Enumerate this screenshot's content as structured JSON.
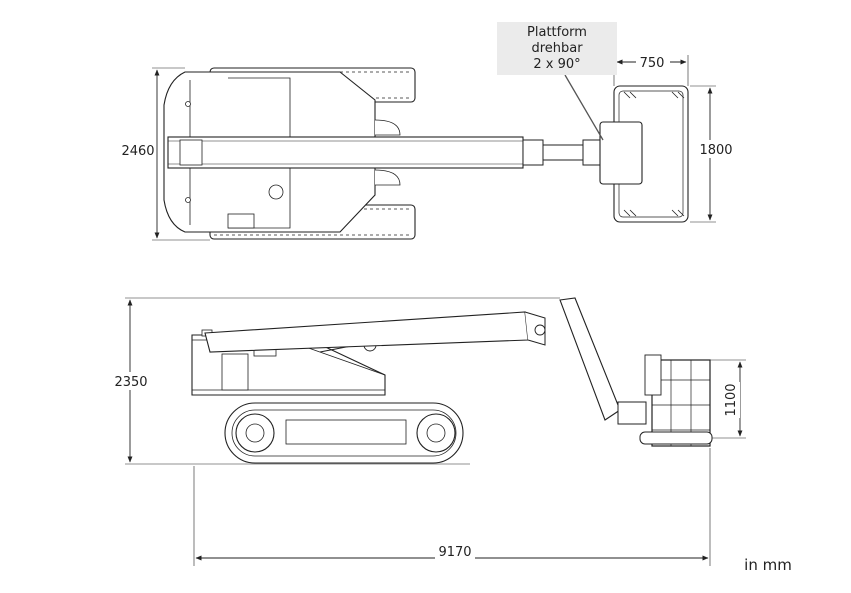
{
  "note": {
    "line1": "Plattform",
    "line2": "drehbar",
    "line3": "2 x 90°"
  },
  "dimensions": {
    "width_top": "2460",
    "platform_width": "750",
    "platform_depth": "1800",
    "height": "2350",
    "platform_height": "1100",
    "length": "9170"
  },
  "units": "in mm",
  "colors": {
    "line": "#222222",
    "fill": "#ffffff",
    "note_bg": "#ebebeb"
  }
}
